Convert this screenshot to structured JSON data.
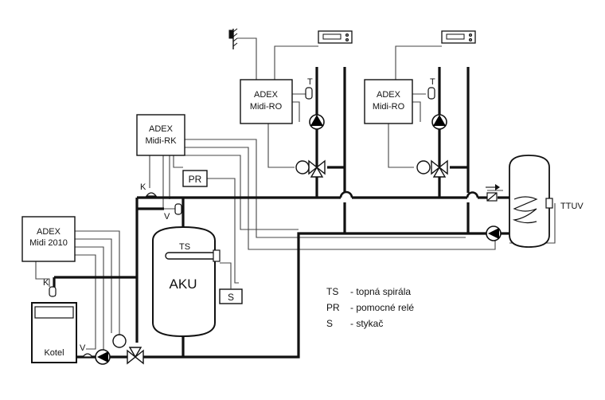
{
  "controllers": {
    "midi2010": [
      "ADEX",
      "Midi 2010"
    ],
    "midi_rk": [
      "ADEX",
      "Midi-RK"
    ],
    "midi_ro_1": [
      "ADEX",
      "Midi-RO"
    ],
    "midi_ro_2": [
      "ADEX",
      "Midi-RO"
    ]
  },
  "components": {
    "boiler": "Kotel",
    "tank": "AKU",
    "tank_heater": "TS",
    "relay": "PR",
    "contactor": "S",
    "hot_water": "TTUV"
  },
  "sensors": {
    "k_top": "K",
    "k_boiler": "K",
    "v_tank": "V",
    "v_boiler": "V",
    "t_circuit_1": "T",
    "t_circuit_2": "T"
  },
  "legend": [
    {
      "abbr": "TS",
      "desc": "- topná spirála"
    },
    {
      "abbr": "PR",
      "desc": "- pomocné relé"
    },
    {
      "abbr": "S",
      "desc": "- stykač"
    }
  ],
  "colors": {
    "line": "#111111",
    "signal": "#444444",
    "pump_fill": "#000000",
    "background": "#ffffff"
  },
  "icons": [
    "pump-icon",
    "three-way-valve-icon",
    "room-thermostat-icon",
    "outdoor-sensor-icon",
    "heating-coil-icon",
    "radiator-riser-icon"
  ]
}
